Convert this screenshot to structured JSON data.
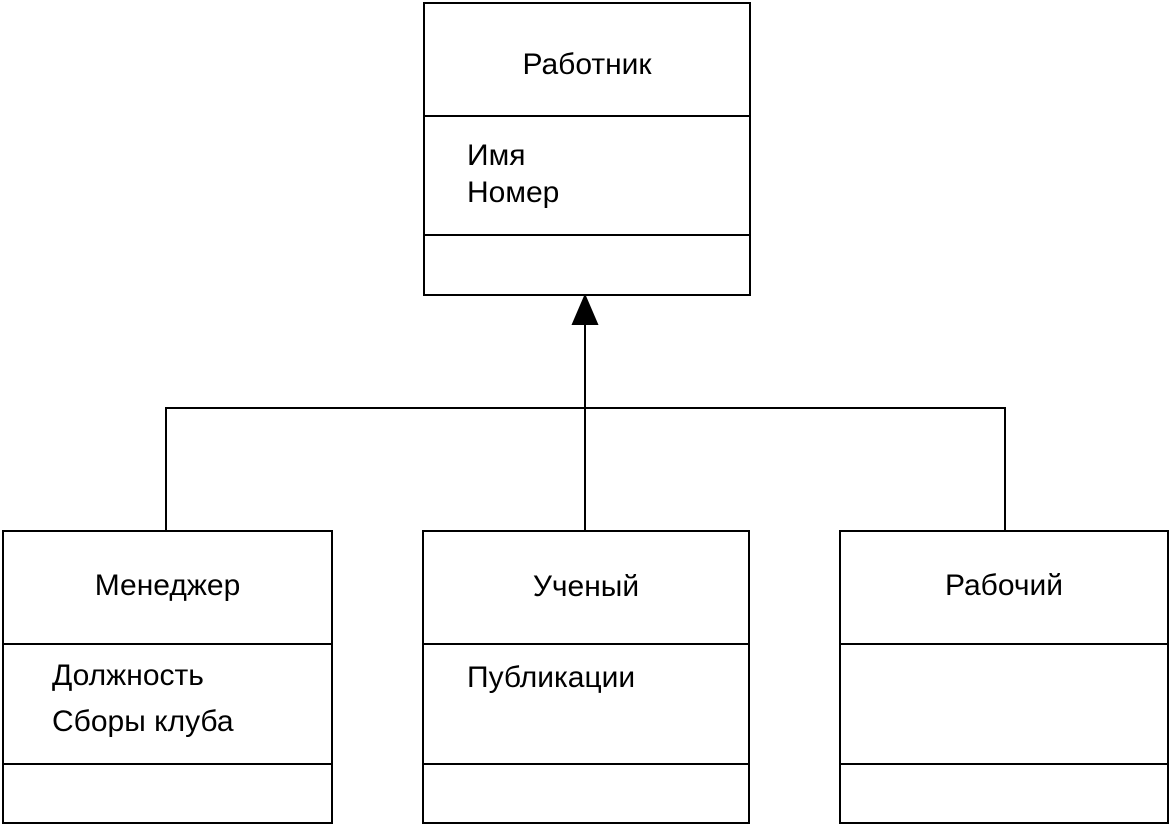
{
  "diagram": {
    "base_class": {
      "name": "Работник",
      "attributes": [
        "Имя",
        "Номер"
      ]
    },
    "subclasses": [
      {
        "name": "Менеджер",
        "attributes": [
          "Должность",
          "Сборы клуба"
        ]
      },
      {
        "name": "Ученый",
        "attributes": [
          "Публикации"
        ]
      },
      {
        "name": "Рабочий",
        "attributes": []
      }
    ]
  }
}
